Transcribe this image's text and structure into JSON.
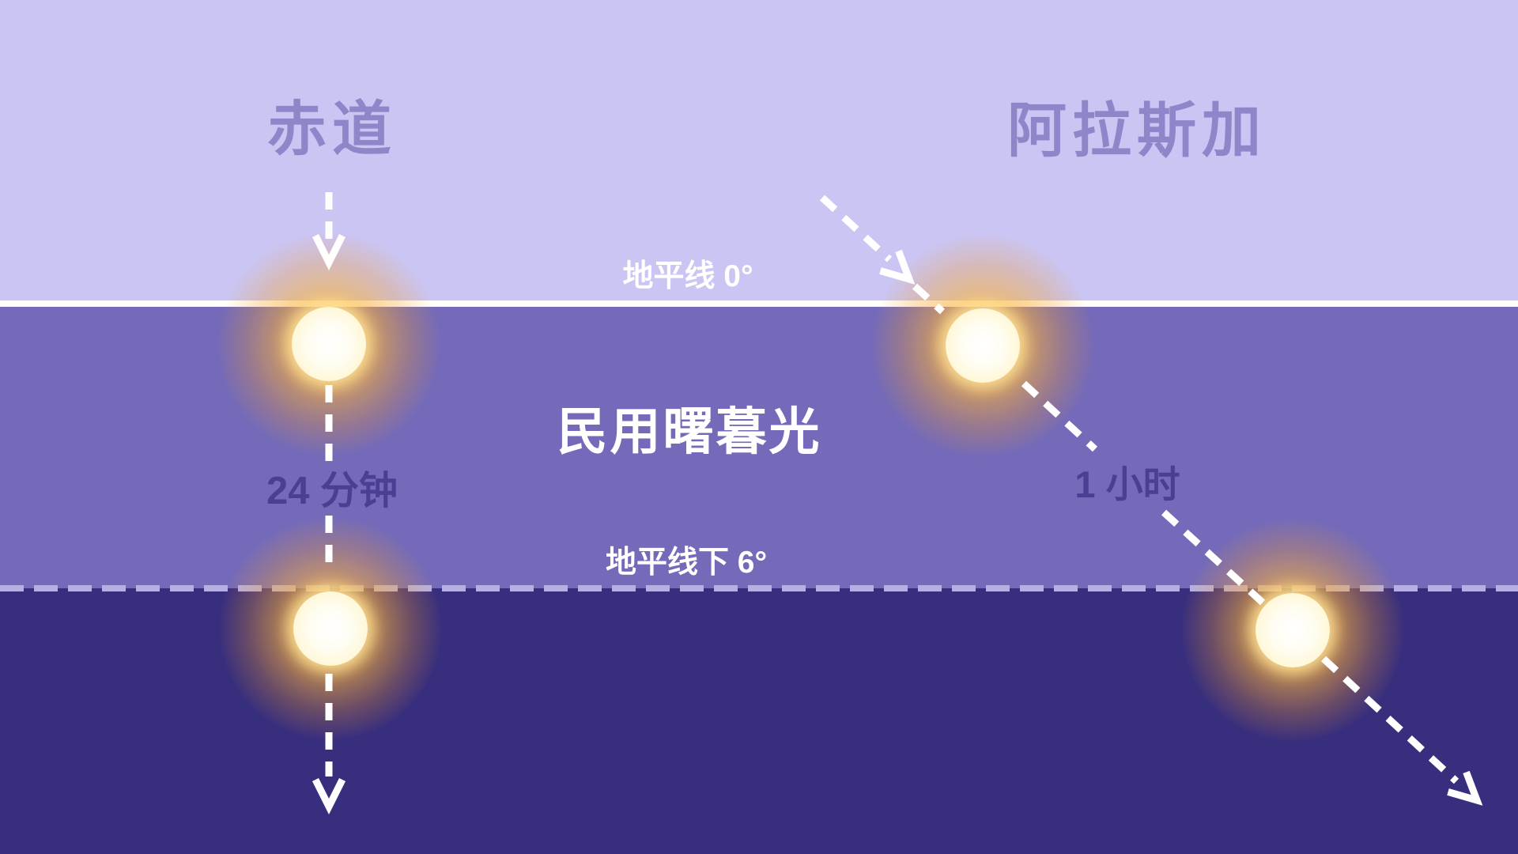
{
  "scene": {
    "left_region_title": "赤道",
    "right_region_title": "阿拉斯加",
    "horizon_label": "地平线 0°",
    "below_horizon_label": "地平线下 6°",
    "twilight_zone_label": "民用曙暮光",
    "left_duration_label": "24 分钟",
    "right_duration_label": "1 小时"
  },
  "colors": {
    "sky_above_horizon": "#cac5f3",
    "twilight_band": "#746ab9",
    "night_band": "#382e7e",
    "horizon_line": "#ffffff",
    "below_horizon_dash_line": "#b7afe3",
    "region_title_text": "#8d87c9",
    "duration_text": "#4b3f93",
    "white_label_text": "#ffffff",
    "arrow": "#ffffff",
    "sun_core": "#fffdf2",
    "sun_glow": "#f49e26"
  }
}
